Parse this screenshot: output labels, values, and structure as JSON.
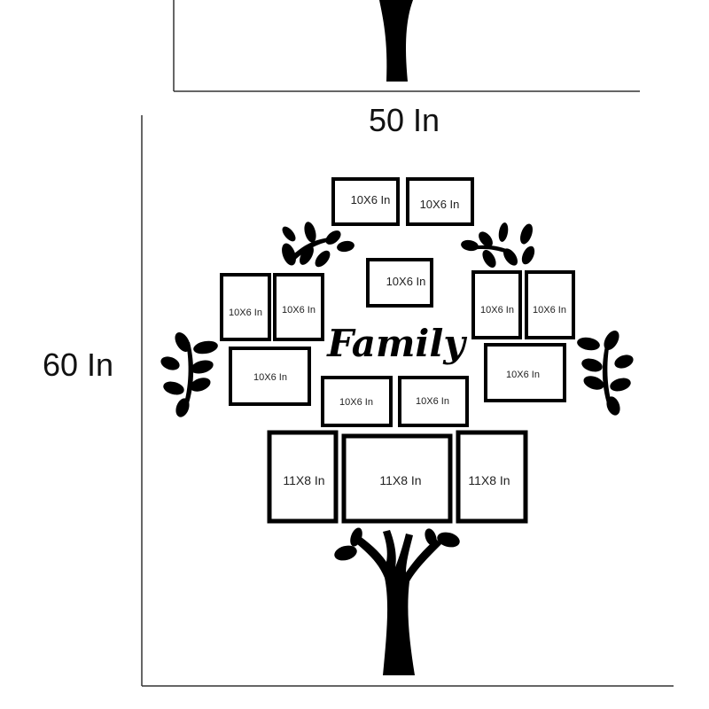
{
  "dimensions": {
    "width_label": "50 In",
    "height_label": "60 In"
  },
  "title": "Family",
  "frames": [
    {
      "label": "10X6 In",
      "group": "top"
    },
    {
      "label": "10X6 In",
      "group": "top"
    },
    {
      "label": "10X6 In",
      "group": "center"
    },
    {
      "label": "10X6 In",
      "group": "left-portrait"
    },
    {
      "label": "10X6 In",
      "group": "left-portrait"
    },
    {
      "label": "10X6 In",
      "group": "right-portrait"
    },
    {
      "label": "10X6 In",
      "group": "right-portrait"
    },
    {
      "label": "10X6 In",
      "group": "left-landscape"
    },
    {
      "label": "10X6 In",
      "group": "right-landscape"
    },
    {
      "label": "10X6 In",
      "group": "middle"
    },
    {
      "label": "10X6 In",
      "group": "middle"
    },
    {
      "label": "11X8 In",
      "group": "bottom"
    },
    {
      "label": "11X8 In",
      "group": "bottom"
    },
    {
      "label": "11X8 In",
      "group": "bottom"
    }
  ],
  "colors": {
    "ink": "#000000",
    "background": "#ffffff",
    "line": "#333333"
  },
  "icons": [
    "tree-trunk-icon",
    "leaf-branch-icon"
  ]
}
